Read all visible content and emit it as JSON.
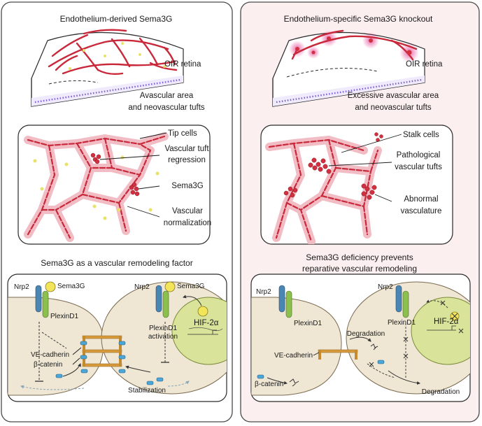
{
  "left_panel": {
    "title": "Endothelium-derived Sema3G",
    "retina_label": "OIR retina",
    "retina_caption_1": "Avascular area",
    "retina_caption_2": "and neovascular tufts",
    "vessel_labels": {
      "tip_cells": "Tip cells",
      "tuft_regression_1": "Vascular tuft",
      "tuft_regression_2": "regression",
      "sema3g": "Sema3G",
      "normalization_1": "Vascular",
      "normalization_2": "normalization"
    },
    "mechanism_title": "Sema3G as a vascular remodeling factor",
    "cell_labels": {
      "nrp2_left": "Nrp2",
      "sema3g_left": "Sema3G",
      "plexind1_left": "PlexinD1",
      "ve_cadherin": "VE-cadherin",
      "beta_catenin": "β-catenin",
      "nrp2_right": "Nrp2",
      "sema3g_right": "Sema3G",
      "plexind1_activation_1": "PlexinD1",
      "plexind1_activation_2": "activation",
      "hif": "HIF-2α",
      "stabilization": "Stabilization"
    }
  },
  "right_panel": {
    "title": "Endothelium-specific Sema3G knockout",
    "retina_label": "OIR retina",
    "retina_caption_1": "Excessive avascular area",
    "retina_caption_2": "and neovascular tufts",
    "vessel_labels": {
      "stalk_cells": "Stalk cells",
      "pathological_1": "Pathological",
      "pathological_2": "vascular tufts",
      "abnormal_1": "Abnormal",
      "abnormal_2": "vasculature"
    },
    "mechanism_title_1": "Sema3G deficiency prevents",
    "mechanism_title_2": "reparative vascular remodeling",
    "cell_labels": {
      "nrp2_left": "Nrp2",
      "plexind1_left": "PlexinD1",
      "ve_cadherin": "VE-cadherin",
      "beta_catenin": "β-catenin",
      "nrp2_right": "Nrp2",
      "plexind1_right": "PlexinD1",
      "degradation_top": "Degradation",
      "hif": "HIF-2α",
      "degradation_bottom": "Degradation"
    }
  },
  "colors": {
    "vessel": "#c9283a",
    "vessel_light": "#f1bcc4",
    "tuft": "#d2303f",
    "sema3g_dot": "#e8e26a",
    "cell_fill": "#efe7d4",
    "nucleus": "#d9e39a",
    "nrp2": "#4a86b4",
    "plexin": "#8bbf4e",
    "cadherin": "#d79b3c",
    "catenin": "#4ea6d6",
    "right_bg": "#fcefef"
  }
}
